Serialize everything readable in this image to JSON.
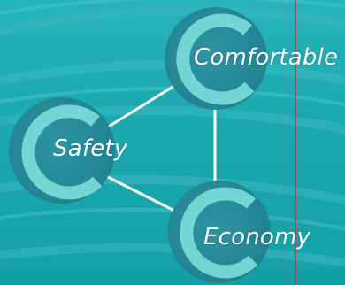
{
  "diagram": {
    "nodes": [
      {
        "id": "comfortable",
        "label": "Comfortable"
      },
      {
        "id": "safety",
        "label": "Safety"
      },
      {
        "id": "economy",
        "label": "Economy"
      }
    ],
    "edges": [
      {
        "from": "safety",
        "to": "comfortable"
      },
      {
        "from": "safety",
        "to": "economy"
      },
      {
        "from": "comfortable",
        "to": "economy"
      }
    ]
  },
  "colors": {
    "background": "#1ba4aa",
    "ring": "#6fd3d2",
    "ring_inner": "#2a8c9a",
    "stripe": "#3cbdbf",
    "connector": "#ffffff",
    "margin_line": "#b5304a"
  }
}
